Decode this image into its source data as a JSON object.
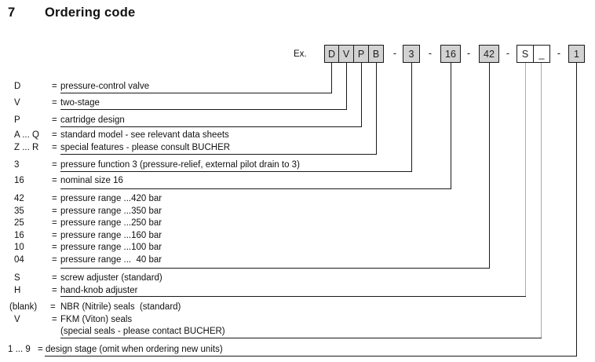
{
  "colors": {
    "paper": "#ffffff",
    "ink": "#111111",
    "line": "#1a1a1a",
    "line_gray": "#ababab",
    "box_fill_gray": "#d2d2d2",
    "box_fill_white": "#ffffff"
  },
  "header": {
    "section_number": "7",
    "title": "Ordering code"
  },
  "example": {
    "label": "Ex.",
    "separator": "-"
  },
  "code": {
    "segments": [
      {
        "name": "valve-model",
        "cells": [
          "D",
          "V",
          "P",
          "B"
        ],
        "fill": "gray"
      },
      {
        "name": "pressure-function",
        "cells": [
          "3"
        ],
        "fill": "gray"
      },
      {
        "name": "nominal-size",
        "cells": [
          "16"
        ],
        "fill": "gray"
      },
      {
        "name": "pressure-range",
        "cells": [
          "42"
        ],
        "fill": "gray"
      },
      {
        "name": "adjuster-and-seals",
        "cells": [
          "S",
          "_"
        ],
        "fill": "white"
      },
      {
        "name": "design-stage",
        "cells": [
          "1"
        ],
        "fill": "gray"
      }
    ]
  },
  "legend": {
    "rows": [
      {
        "code": "D",
        "eq": "=",
        "desc": "pressure-control valve"
      },
      {
        "code": "V",
        "eq": "=",
        "desc": "two-stage"
      },
      {
        "code": "P",
        "eq": "=",
        "desc": "cartridge design"
      },
      {
        "code": "A ... Q",
        "eq": "=",
        "desc": "standard model - see relevant data sheets"
      },
      {
        "code": "Z ... R",
        "eq": "=",
        "desc": "special features - please consult BUCHER"
      },
      {
        "code": "3",
        "eq": "=",
        "desc": "pressure function 3 (pressure-relief, external pilot drain to 3)"
      },
      {
        "code": "16",
        "eq": "=",
        "desc": "nominal size 16"
      },
      {
        "code": "42",
        "eq": "=",
        "desc": "pressure range ...420 bar"
      },
      {
        "code": "35",
        "eq": "=",
        "desc": "pressure range ...350 bar"
      },
      {
        "code": "25",
        "eq": "=",
        "desc": "pressure range ...250 bar"
      },
      {
        "code": "16",
        "eq": "=",
        "desc": "pressure range ...160 bar"
      },
      {
        "code": "10",
        "eq": "=",
        "desc": "pressure range ...100 bar"
      },
      {
        "code": "04",
        "eq": "=",
        "desc": "pressure range ...  40 bar"
      },
      {
        "code": "S",
        "eq": "=",
        "desc": "screw adjuster (standard)"
      },
      {
        "code": "H",
        "eq": "=",
        "desc": "hand-knob adjuster"
      },
      {
        "code": "(blank)",
        "eq": "=",
        "desc": "NBR (Nitrile) seals  (standard)"
      },
      {
        "code": "V",
        "eq": "=",
        "desc": "FKM (Viton) seals"
      },
      {
        "code": "",
        "eq": "",
        "desc": "(special seals - please contact BUCHER)"
      },
      {
        "code": "1 ... 9",
        "eq": "=",
        "desc": "design stage (omit when ordering new units)"
      }
    ]
  }
}
